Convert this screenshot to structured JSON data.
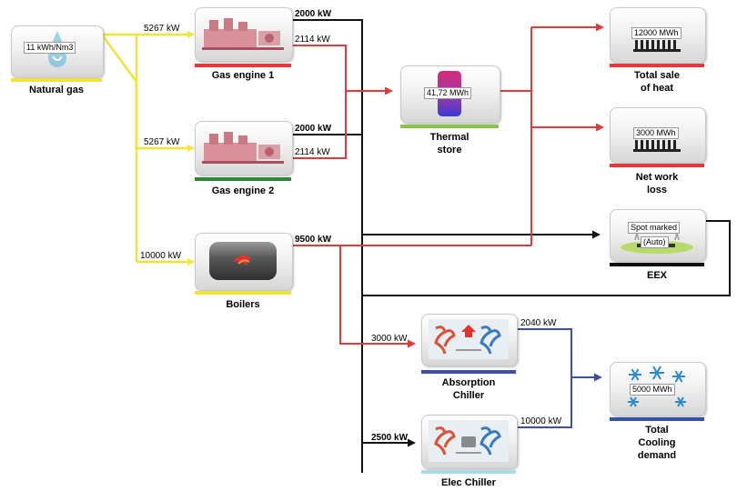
{
  "nodes": {
    "natural_gas": {
      "label": "Natural gas",
      "value": "11 kWh/Nm3",
      "bar_color": "#f2e33a"
    },
    "gas_engine_1": {
      "label": "Gas engine 1",
      "bar_color": "#e23a3a"
    },
    "gas_engine_2": {
      "label": "Gas engine 2",
      "bar_color": "#2a8a3a"
    },
    "boilers": {
      "label": "Boilers",
      "bar_color": "#f2e33a"
    },
    "thermal_store": {
      "label1": "Thermal",
      "label2": "store",
      "value": "41,72 MWh",
      "bar_color": "#8bc34a"
    },
    "total_sale": {
      "label1": "Total sale",
      "label2": "of heat",
      "value": "12000 MWh",
      "bar_color": "#e23a3a"
    },
    "net_work_loss": {
      "label1": "Net work",
      "label2": "loss",
      "value": "3000 MWh",
      "bar_color": "#e23a3a"
    },
    "eex": {
      "label": "EEX",
      "value1": "Spot marked",
      "value2": "(Auto)",
      "bar_color": "#111111"
    },
    "absorption_chiller": {
      "label1": "Absorption",
      "label2": "Chiller",
      "bar_color": "#3a4fa8"
    },
    "elec_chiller": {
      "label": "Elec Chiller",
      "bar_color": "#a8dce8"
    },
    "total_cooling": {
      "label1": "Total",
      "label2": "Cooling",
      "label3": "demand",
      "value": "5000 MWh",
      "bar_color": "#3a4fa8"
    }
  },
  "flows": {
    "gas_to_engine1": "5267 kW",
    "gas_to_engine2": "5267 kW",
    "gas_to_boilers": "10000 kW",
    "engine1_power": "2000 kW",
    "engine1_heat": "2114 kW",
    "engine2_power": "2000 kW",
    "engine2_heat": "2114 kW",
    "boilers_heat": "9500 kW",
    "heat_to_absorption": "3000 kW",
    "power_to_elec_chiller": "2500 kW",
    "absorption_cooling": "2040 kW",
    "elec_cooling": "10000 kW"
  },
  "colors": {
    "gas": "#f2e33a",
    "heat": "#e23a3a",
    "power": "#111111",
    "cooling": "#3a4fa8"
  }
}
